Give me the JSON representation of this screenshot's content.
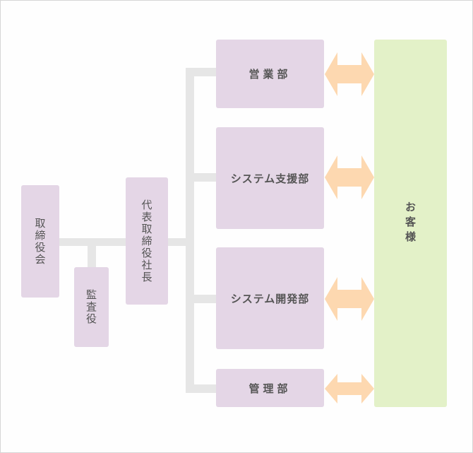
{
  "board": {
    "label": "取締役会"
  },
  "auditor": {
    "label": "監査役"
  },
  "president": {
    "label": "代表取締役社長"
  },
  "departments": [
    {
      "label": "営業部"
    },
    {
      "label": "システム支援部"
    },
    {
      "label": "システム開発部"
    },
    {
      "label": "管理部"
    }
  ],
  "customer": {
    "label": "お客様"
  },
  "colors": {
    "node_fill": "#e4d6e6",
    "customer_fill": "#e3f1c8",
    "connector": "#e6e6e6",
    "arrow": "#fdd8b0",
    "text": "#555555"
  }
}
